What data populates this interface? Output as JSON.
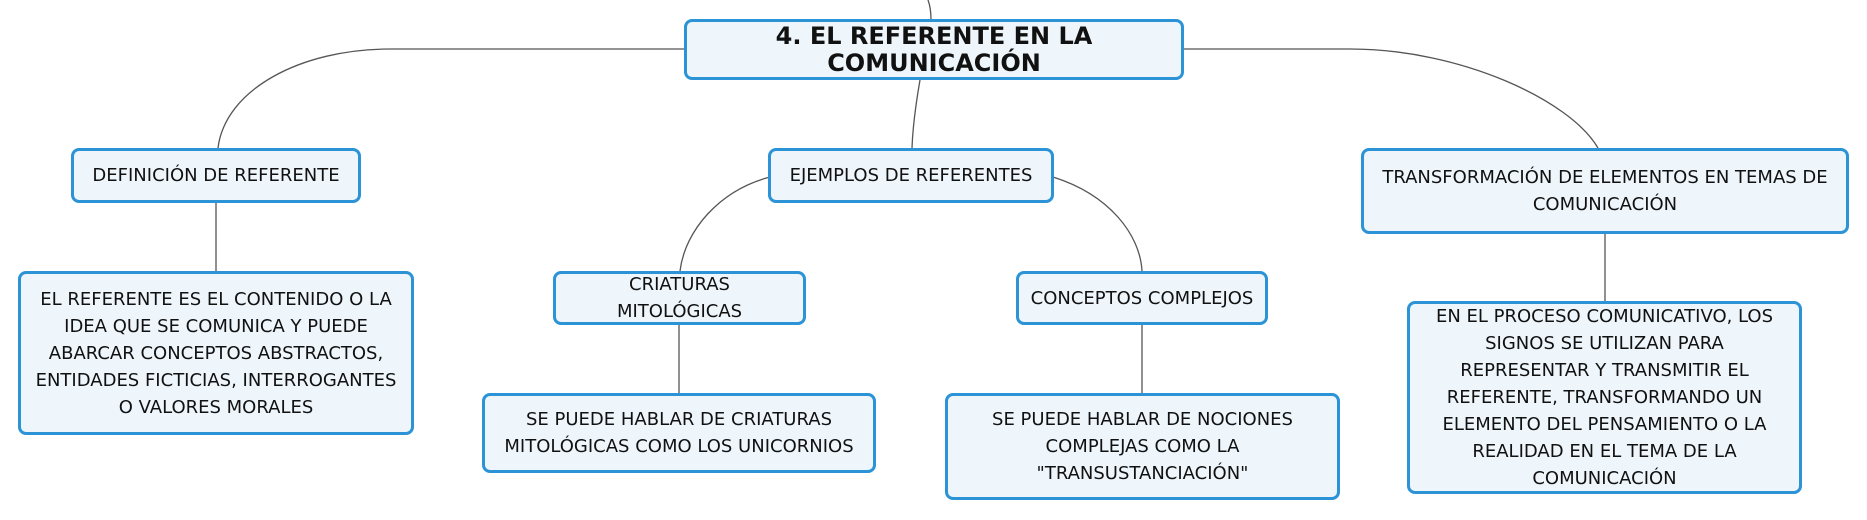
{
  "root": {
    "label": "4. EL REFERENTE EN LA COMUNICACIÓN"
  },
  "branches": [
    {
      "label": "DEFINICIÓN DE REFERENTE",
      "detail": "EL REFERENTE ES EL CONTENIDO O LA IDEA QUE SE COMUNICA Y PUEDE ABARCAR CONCEPTOS ABSTRACTOS, ENTIDADES FICTICIAS, INTERROGANTES O VALORES MORALES"
    },
    {
      "label": "EJEMPLOS DE REFERENTES",
      "children": [
        {
          "label": "CRIATURAS MITOLÓGICAS",
          "detail": "SE PUEDE HABLAR DE CRIATURAS MITOLÓGICAS COMO LOS UNICORNIOS"
        },
        {
          "label": "CONCEPTOS COMPLEJOS",
          "detail": "SE PUEDE HABLAR DE NOCIONES COMPLEJAS COMO LA \"TRANSUSTANCIACIÓN\""
        }
      ]
    },
    {
      "label": "TRANSFORMACIÓN DE ELEMENTOS EN TEMAS DE COMUNICACIÓN",
      "detail": "EN EL PROCESO COMUNICATIVO, LOS SIGNOS SE UTILIZAN PARA REPRESENTAR Y TRANSMITIR EL REFERENTE, TRANSFORMANDO UN ELEMENTO DEL PENSAMIENTO O LA REALIDAD EN EL TEMA DE LA COMUNICACIÓN"
    }
  ]
}
